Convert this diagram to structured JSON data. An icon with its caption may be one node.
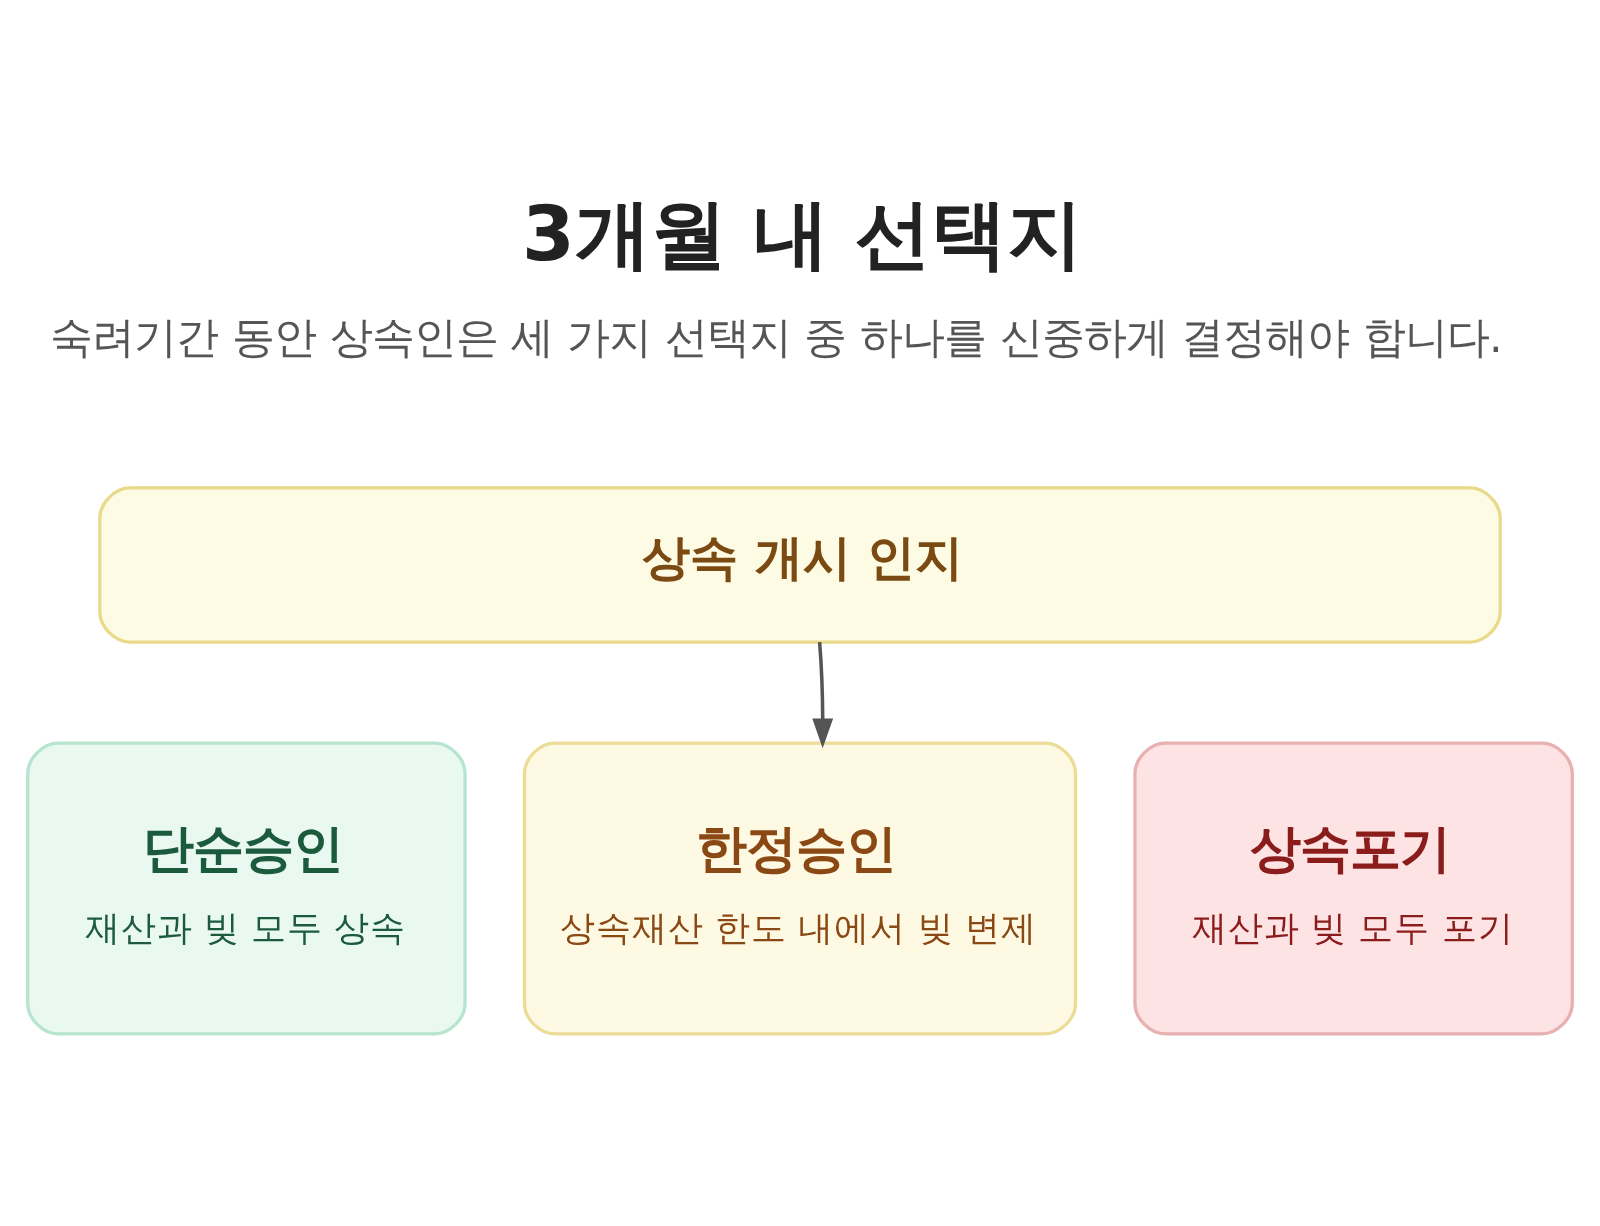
{
  "diagram": {
    "title": "3개월 내 선택지",
    "nodes": [
      {
        "text": [
          "상속 개시 인지"
        ]
      },
      {
        "text": [
          "단순승인",
          "재산과 빚 모두 상속"
        ]
      },
      {
        "text": [
          "한정승인",
          "상속재산 한도 내에서 빚 변제"
        ]
      },
      {
        "text": [
          "상속포기",
          "재산과 빚 모두 포기"
        ]
      }
    ],
    "edges": [
      {
        "from": 0,
        "to": 2,
        "arrow": "to"
      }
    ],
    "labels": [
      "숙려기간 동안 상속인은 세 가지 선택지 중 하나를 신중하게 결정해야 합니다."
    ]
  }
}
